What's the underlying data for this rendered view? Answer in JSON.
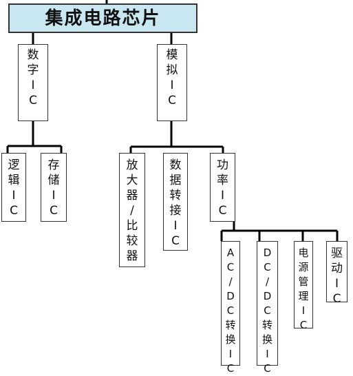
{
  "title": "集成电路芯片",
  "nodes": {
    "digital": "数字IC",
    "analog": "模拟IC",
    "logic": "逻辑IC",
    "storage": "存储IC",
    "amp": "放大器/比较器",
    "dataconv": "数据转接IC",
    "power": "功率IC",
    "acdc": "AC/DC转换IC",
    "dcdc": "DC/DC转换IC",
    "pm": "电源管理IC",
    "driver": "驱动IC"
  },
  "colors": {
    "root_fill": "#c9e7f1",
    "line": "#000000",
    "border": "#333333"
  }
}
